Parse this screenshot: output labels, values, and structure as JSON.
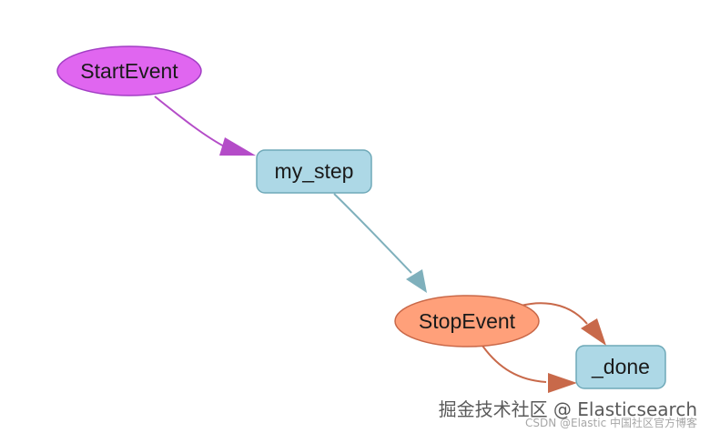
{
  "diagram": {
    "nodes": {
      "start_event": {
        "label": "StartEvent",
        "fill": "#e066f0",
        "stroke": "#a23ec4"
      },
      "my_step": {
        "label": "my_step",
        "fill": "#add8e6",
        "stroke": "#6fa9b8"
      },
      "stop_event": {
        "label": "StopEvent",
        "fill": "#ffa07a",
        "stroke": "#c96848"
      },
      "done": {
        "label": "_done",
        "fill": "#add8e6",
        "stroke": "#6fa9b8"
      }
    },
    "edges": [
      {
        "from": "StartEvent",
        "to": "my_step",
        "color": "#b44cc8"
      },
      {
        "from": "my_step",
        "to": "StopEvent",
        "color": "#7fb0bc"
      },
      {
        "from": "StopEvent",
        "to": "_done",
        "color": "#c8694a"
      },
      {
        "from": "StopEvent",
        "to": "_done",
        "color": "#c8694a"
      }
    ]
  },
  "watermark": {
    "main": "掘金技术社区 @ Elasticsearch",
    "sub": "CSDN @Elastic 中国社区官方博客"
  }
}
